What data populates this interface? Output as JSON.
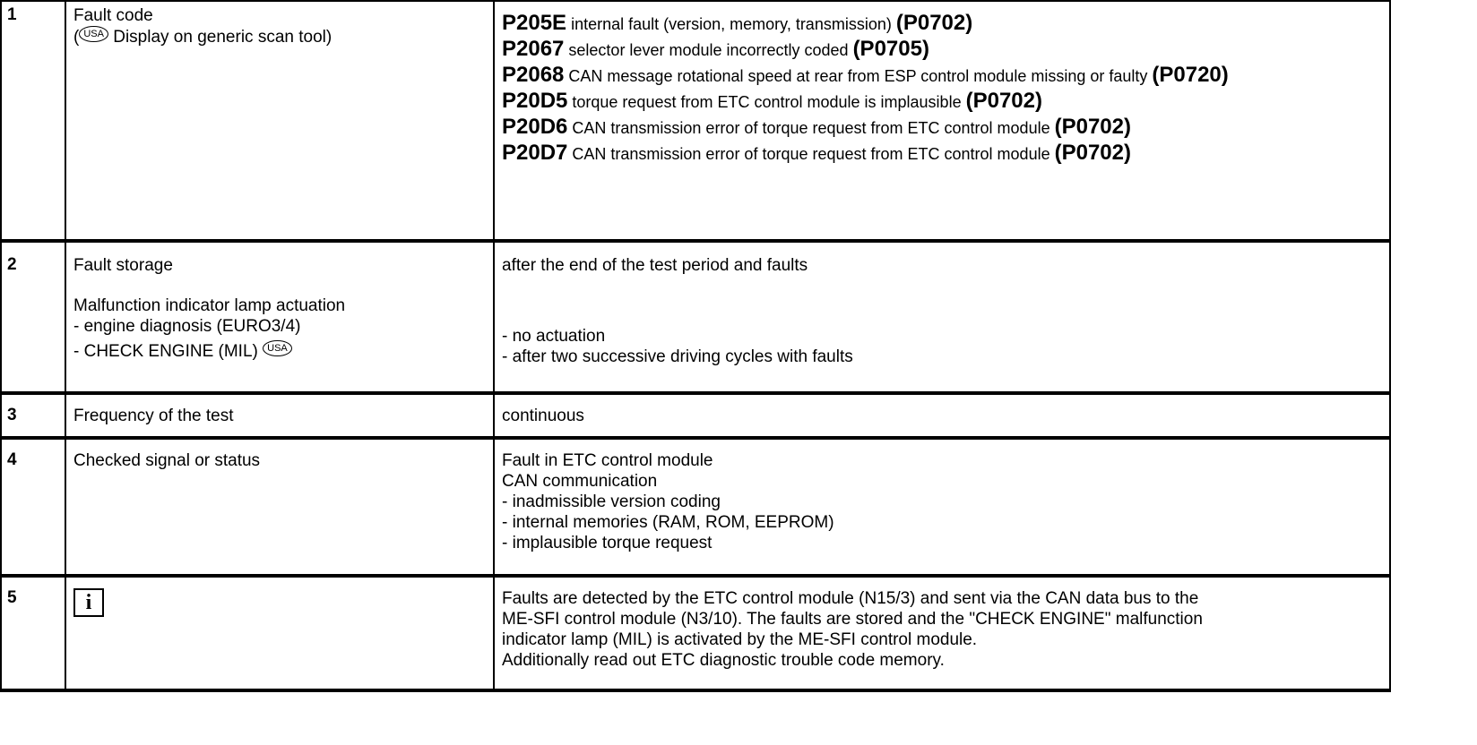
{
  "rows": [
    {
      "number": "1",
      "label_main": "Fault code",
      "label_paren_open": "(",
      "label_badge": "USA",
      "label_sub": " Display on generic scan tool)",
      "faults": [
        {
          "code": "P205E",
          "text": " internal fault (version, memory, transmission) ",
          "obd": "(P0702)"
        },
        {
          "code": "P2067",
          "text": " selector lever module incorrectly coded ",
          "obd": "(P0705)"
        },
        {
          "code": "P2068",
          "text": " CAN message rotational speed at rear from ESP control module missing or faulty ",
          "obd": "(P0720)"
        },
        {
          "code": "P20D5",
          "text": " torque request from ETC control module is implausible ",
          "obd": "(P0702)"
        },
        {
          "code": "P20D6",
          "text": " CAN transmission error of torque request from ETC control module ",
          "obd": "(P0702)"
        },
        {
          "code": "P20D7",
          "text": " CAN transmission error of torque request from ETC control module ",
          "obd": "(P0702)"
        }
      ]
    },
    {
      "number": "2",
      "label_storage": "Fault storage",
      "label_mil": "Malfunction indicator lamp actuation",
      "label_engine": "- engine diagnosis (EURO3/4)",
      "label_check": "- CHECK ENGINE (MIL) ",
      "label_badge": "USA",
      "value_storage": "after the end of the test period and faults",
      "value_engine": "- no actuation",
      "value_check": "- after two successive driving cycles with faults"
    },
    {
      "number": "3",
      "label": "Frequency of the test",
      "value": "continuous"
    },
    {
      "number": "4",
      "label": "Checked signal or status",
      "values": [
        "Fault in ETC control module",
        "CAN communication",
        "- inadmissible version coding",
        "- internal memories (RAM, ROM, EEPROM)",
        "- implausible torque request"
      ]
    },
    {
      "number": "5",
      "icon": "info-icon",
      "icon_glyph": "i",
      "values": [
        "Faults are detected by the ETC control module (N15/3) and sent via the CAN data bus to the",
        "ME-SFI control module (N3/10). The faults are stored and the \"CHECK ENGINE\" malfunction",
        "indicator lamp (MIL) is activated by the ME-SFI control module.",
        "Additionally read out ETC diagnostic trouble code memory."
      ]
    }
  ]
}
